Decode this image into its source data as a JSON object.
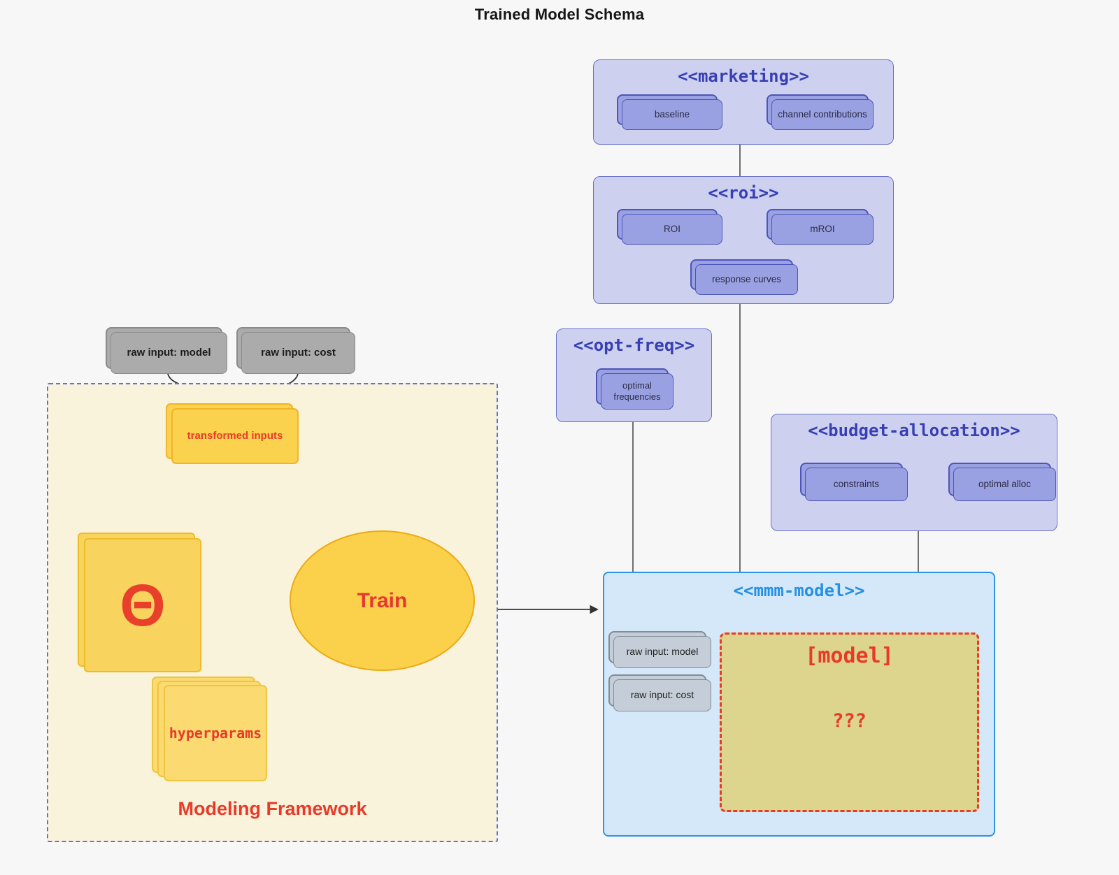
{
  "title": "Trained Model Schema",
  "packages": {
    "marketing": {
      "title": "<<marketing>>",
      "baseline": "baseline",
      "channel_contributions": "channel contributions"
    },
    "roi": {
      "title": "<<roi>>",
      "roi": "ROI",
      "mroi": "mROI",
      "response_curves": "response curves"
    },
    "opt_freq": {
      "title": "<<opt-freq>>",
      "optimal_frequencies": "optimal frequencies"
    },
    "budget_allocation": {
      "title": "<<budget-allocation>>",
      "constraints": "constraints",
      "optimal_alloc": "optimal alloc"
    },
    "mmm_model": {
      "title": "<<mmm-model>>",
      "raw_input_model": "raw input: model",
      "raw_input_cost": "raw input: cost",
      "model_label": "[model]",
      "model_placeholder": "???"
    },
    "modeling_framework": {
      "title": "Modeling Framework",
      "raw_input_model": "raw input: model",
      "raw_input_cost": "raw input: cost",
      "transformed_inputs": "transformed inputs",
      "theta": "Θ",
      "train": "Train",
      "hyperparams": "hyperparams"
    }
  },
  "colors": {
    "page-bg": "#f7f7f8",
    "purple-pkg-bg": "#cdd1ef",
    "purple-pkg-border": "#6a71c9",
    "purple-title": "#383fb5",
    "purple-card-bg": "#9aa1e2",
    "purple-card-border": "#4d55b8",
    "blue-pkg-bg": "#d4e8f9",
    "blue-pkg-border": "#2b95e8",
    "blue-title": "#2590e8",
    "gray-card-bg": "#ababab",
    "bluegray-card-bg": "#c5ced8",
    "cream-bg": "#faf3dc",
    "cream-border": "#6470cc",
    "yellow-bg": "#fbd24e",
    "yellow-border": "#f0b429",
    "khaki-bg": "#ddd48e",
    "red": "#e73b2a"
  }
}
